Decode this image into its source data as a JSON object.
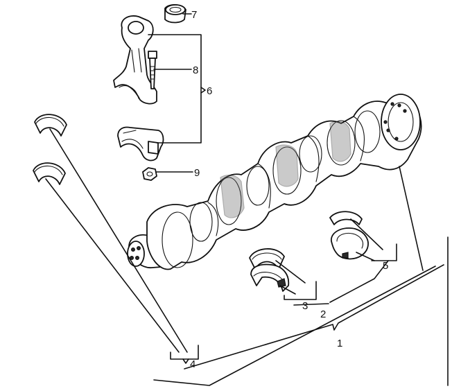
{
  "callouts": [
    {
      "id": "1",
      "label": "1"
    },
    {
      "id": "2",
      "label": "2"
    },
    {
      "id": "3",
      "label": "3"
    },
    {
      "id": "4",
      "label": "4"
    },
    {
      "id": "5",
      "label": "5"
    },
    {
      "id": "6",
      "label": "6"
    },
    {
      "id": "7",
      "label": "7"
    },
    {
      "id": "8",
      "label": "8"
    },
    {
      "id": "9",
      "label": "9"
    }
  ],
  "colors": {
    "ink": "#111111",
    "background": "#ffffff",
    "shade": "#6a6a6a"
  }
}
